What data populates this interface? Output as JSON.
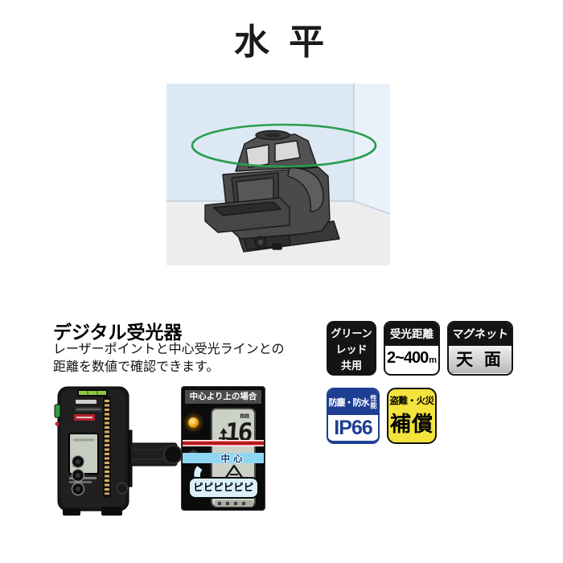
{
  "title": "水 平",
  "section": {
    "heading": "デジタル受光器",
    "description": [
      "レーザーポイントと中心受光ラインとの",
      "距離を数値で確認できます。"
    ]
  },
  "closeup": {
    "caption": "中心より上の場合",
    "lcd_unit": "mm",
    "lcd_value": "16",
    "center_label": "中心",
    "beep_label": "ピピピピピピ"
  },
  "badges": {
    "laser_common": {
      "line1": "グリーン",
      "line2": "レッド",
      "line3": "共用"
    },
    "range": {
      "label": "受光距離",
      "value": "2~400",
      "unit": "m"
    },
    "magnet": {
      "label": "マグネット",
      "value": "天 面"
    },
    "ip_rating": {
      "label": "防塵・防水",
      "label_small": "性能",
      "value": "IP66"
    },
    "warranty": {
      "line1": "盗難・火災",
      "line2": "補償"
    }
  },
  "icons": {
    "up_arrow": "up-arrow",
    "center_triangle": "center-triangle",
    "laser_circle": "laser-circle"
  },
  "colors": {
    "laser_green": "#2a9e4e",
    "wall_blue": "#dce9f5",
    "sidewall_blue": "#e9f2fa",
    "floor_gray": "#ededed",
    "badge_blue": "#1d3e92",
    "badge_yellow": "#f4e33c",
    "laser_red": "#d42427",
    "center_band_blue": "#8fd6f3",
    "led_amber": "#f0a500"
  }
}
